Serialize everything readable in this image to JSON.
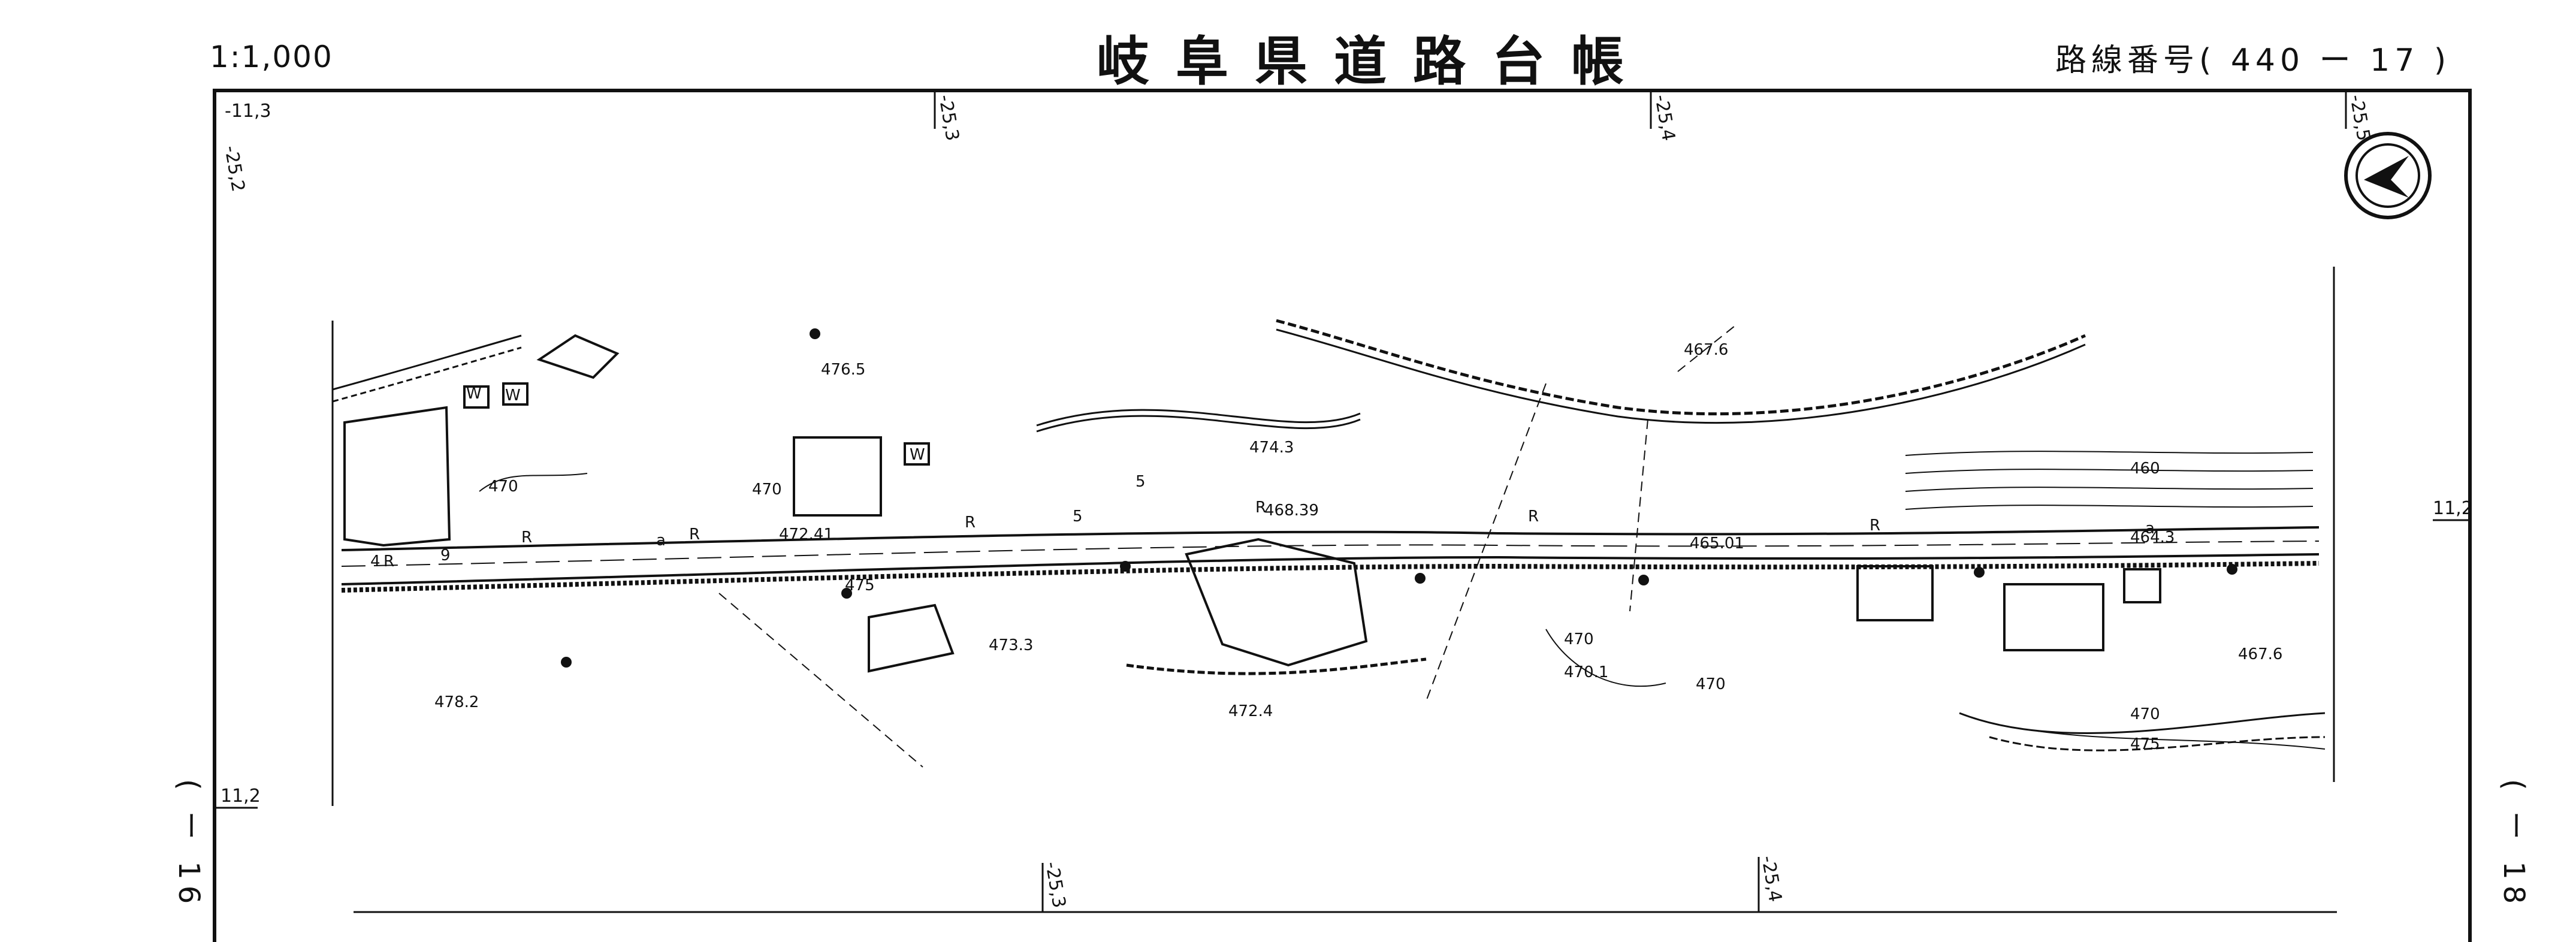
{
  "header": {
    "scale": "1:1,000",
    "title": "岐阜県道路台帳",
    "route": "路線番号(  440 ー 17   )"
  },
  "sheet_neighbors": {
    "left": "(  ー 16",
    "right": "(  ー 18"
  },
  "grid_labels": {
    "top": [
      "-11,3",
      "-25,2",
      "-25,3",
      "-25,4",
      "-25,5"
    ],
    "bottom": [
      "-25,3",
      "-25,4"
    ],
    "side": [
      "11,2",
      "11,2"
    ]
  },
  "elevations": [
    "476.5",
    "474.3",
    "467.6",
    "460",
    "472.41",
    "468.39",
    "465.01",
    "464.3",
    "475",
    "473.3",
    "472.4",
    "470",
    "470.1",
    "470",
    "478.2",
    "467.6",
    "470",
    "475",
    "470",
    "470"
  ],
  "road_symbols": [
    "R",
    "R",
    "R",
    "R",
    "R",
    "R",
    "R",
    "a",
    "a",
    "W",
    "W",
    "W",
    "5",
    "5",
    "9",
    "4"
  ],
  "map_features": [
    "north-arrow-icon",
    "road-centerline",
    "retaining-wall",
    "contour-lines",
    "buildings"
  ]
}
